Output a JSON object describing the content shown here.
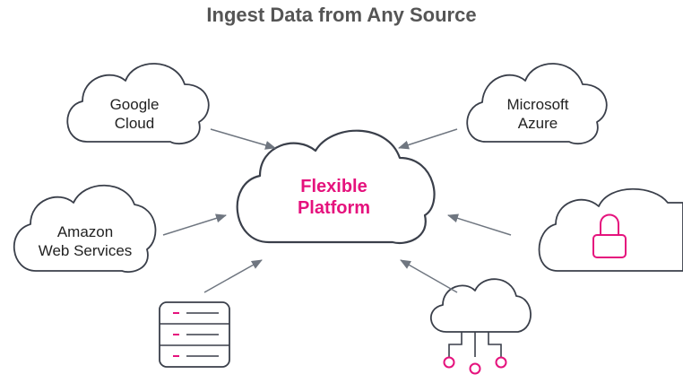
{
  "title": "Ingest Data from Any Source",
  "center": {
    "line1": "Flexible",
    "line2": "Platform"
  },
  "sources": {
    "google": {
      "line1": "Google",
      "line2": "Cloud"
    },
    "azure": {
      "line1": "Microsoft",
      "line2": "Azure"
    },
    "aws": {
      "line1": "Amazon",
      "line2": "Web Services"
    }
  },
  "icons": {
    "secure_cloud": "padlock-icon",
    "server": "server-rack-icon",
    "network": "cloud-network-icon"
  },
  "colors": {
    "accent": "#e5127d",
    "outline": "#3a3f4a",
    "arrow": "#6f7680",
    "title": "#555555"
  }
}
